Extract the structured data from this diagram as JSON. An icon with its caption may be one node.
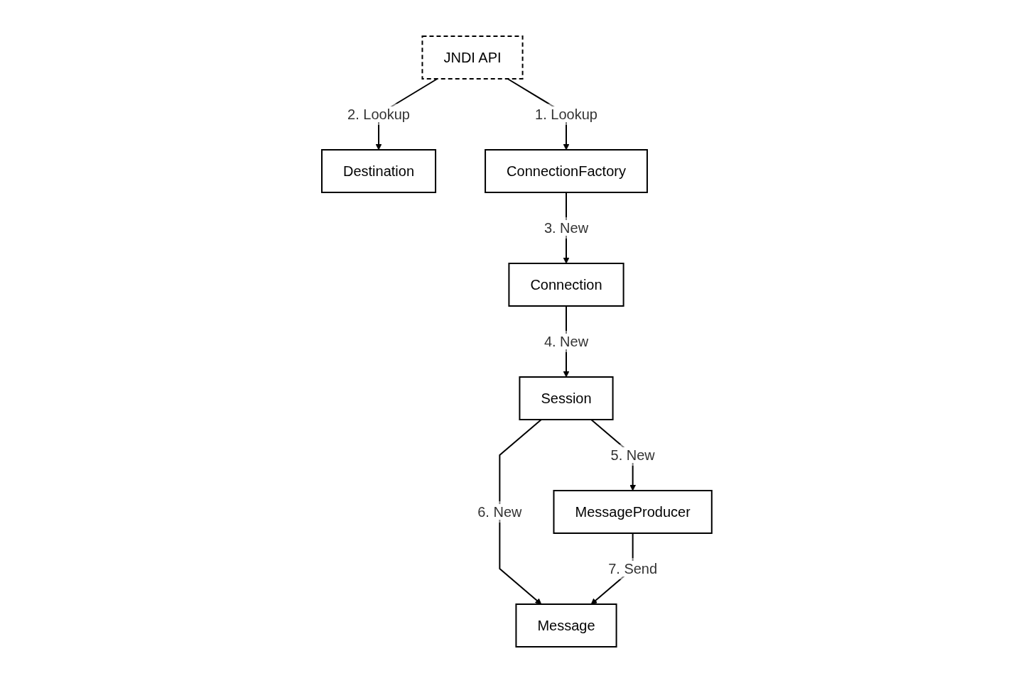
{
  "diagram": {
    "nodes": [
      {
        "text": [
          "Destination"
        ]
      },
      {
        "text": [
          "JNDI API"
        ]
      },
      {
        "text": [
          "ConnectionFactory"
        ]
      },
      {
        "text": [
          "Connection"
        ]
      },
      {
        "text": [
          "Session"
        ]
      },
      {
        "text": [
          "MessageProducer"
        ]
      },
      {
        "text": [
          "Message"
        ]
      }
    ],
    "edges": [
      {
        "from": 1,
        "to": 2,
        "label": "1. Lookup",
        "arrow": "to"
      },
      {
        "from": 1,
        "to": 0,
        "label": "2. Lookup",
        "arrow": "to"
      },
      {
        "from": 2,
        "to": 3,
        "label": "3. New",
        "arrow": "to"
      },
      {
        "from": 3,
        "to": 4,
        "label": "4. New",
        "arrow": "to"
      },
      {
        "from": 4,
        "to": 5,
        "label": "5. New",
        "arrow": "to"
      },
      {
        "from": 4,
        "to": 6,
        "label": "6. New",
        "arrow": "to"
      },
      {
        "from": 5,
        "to": 6,
        "label": "7. Send",
        "arrow": "to"
      }
    ]
  }
}
